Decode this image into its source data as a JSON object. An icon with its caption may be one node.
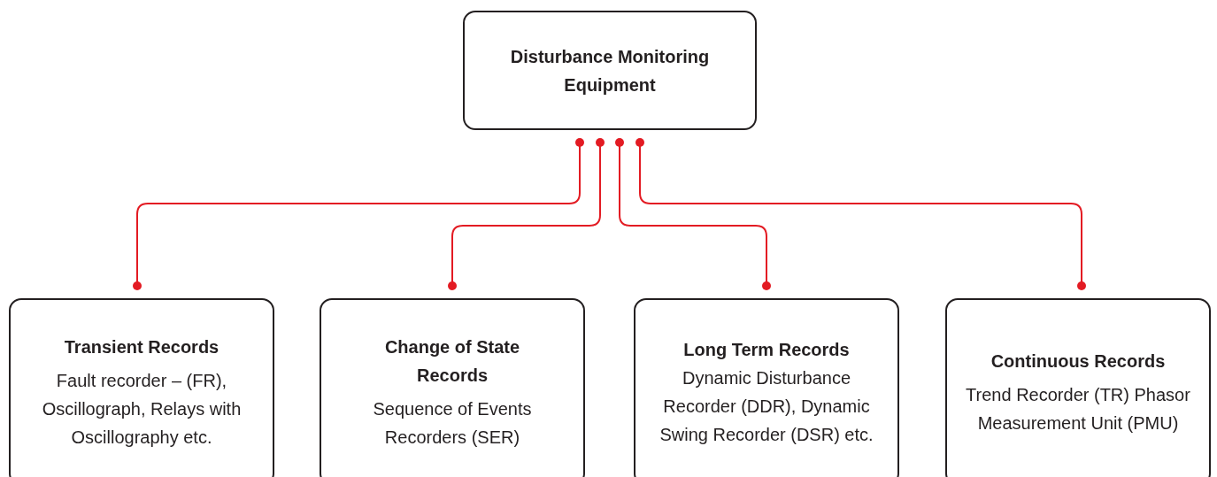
{
  "diagram": {
    "nodes": [
      {
        "text": [
          "Disturbance Monitoring Equipment"
        ]
      },
      {
        "text": [
          "Transient Records",
          "Fault recorder – (FR), Oscillograph, Relays with Oscillography etc."
        ]
      },
      {
        "text": [
          "Change of State Records",
          "Sequence of Events Recorders (SER)"
        ]
      },
      {
        "text": [
          "Long Term Records",
          "Dynamic Disturbance Recorder (DDR), Dynamic Swing Recorder (DSR) etc."
        ]
      },
      {
        "text": [
          "Continuous Records",
          "Trend Recorder (TR) Phasor Measurement Unit (PMU)"
        ]
      }
    ],
    "edges": [
      {
        "from": 0,
        "to": 1,
        "arrow": "other"
      },
      {
        "from": 0,
        "to": 2,
        "arrow": "other"
      },
      {
        "from": 0,
        "to": 3,
        "arrow": "other"
      },
      {
        "from": 0,
        "to": 4,
        "arrow": "other"
      }
    ]
  }
}
